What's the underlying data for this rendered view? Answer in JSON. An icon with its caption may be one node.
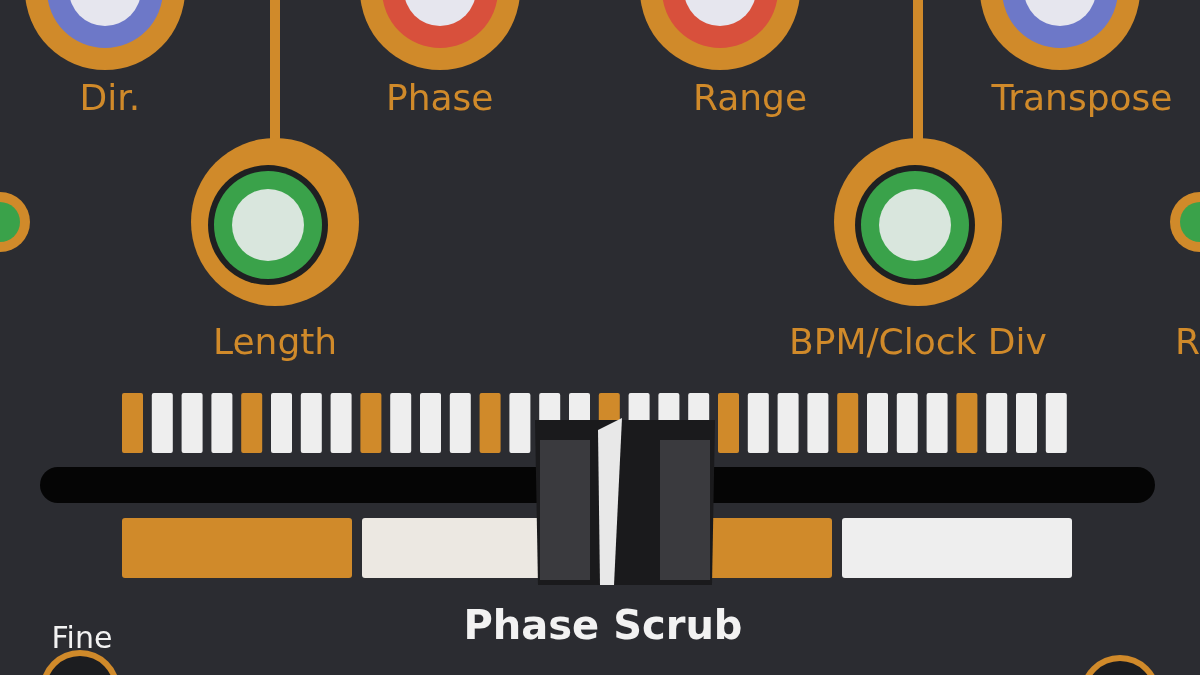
{
  "diagram": {
    "labels": [
      "Dir.",
      "Phase",
      "Range",
      "Transpose",
      "Length",
      "BPM/Clock Div",
      "R",
      "Fine",
      "Phase Scrub"
    ]
  }
}
